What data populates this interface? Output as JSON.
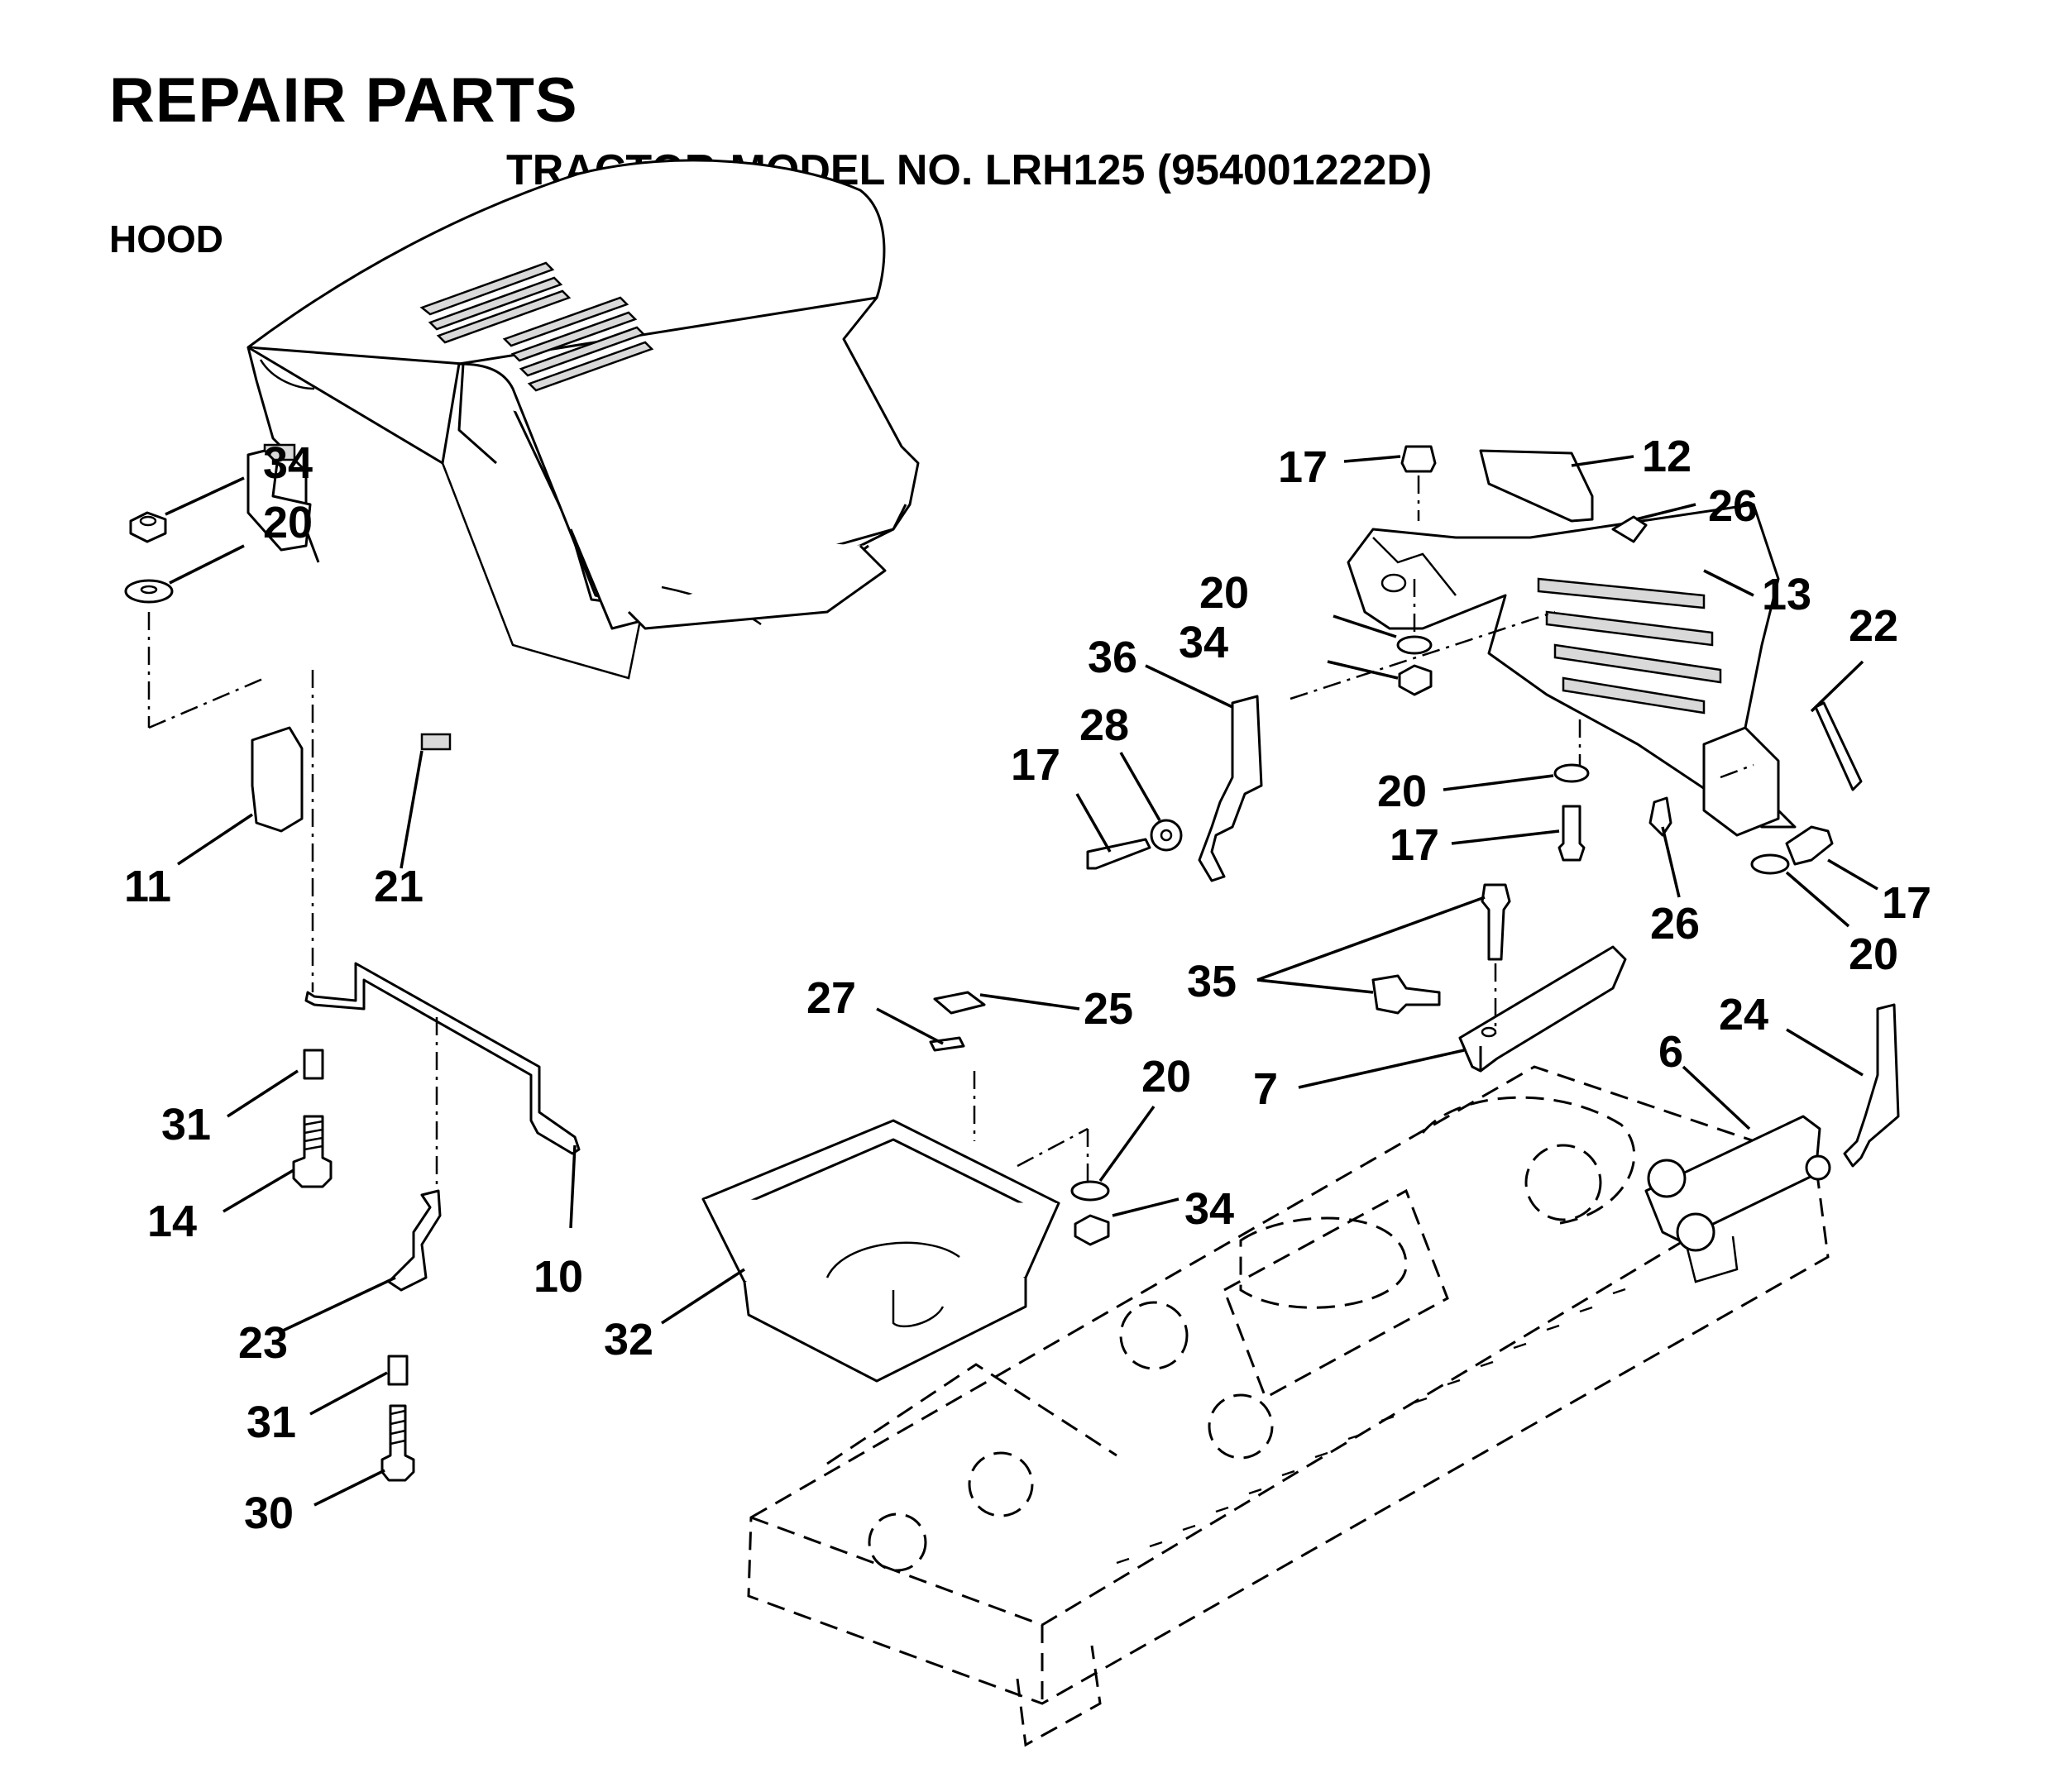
{
  "header": {
    "title": "REPAIR PARTS",
    "subtitle": "TRACTOR-MODEL NO. LRH125 (954001222D)",
    "section": "HOOD"
  },
  "callouts": [
    {
      "id": "34a",
      "label": "34"
    },
    {
      "id": "20a",
      "label": "20"
    },
    {
      "id": "11",
      "label": "11"
    },
    {
      "id": "21",
      "label": "21"
    },
    {
      "id": "31a",
      "label": "31"
    },
    {
      "id": "14",
      "label": "14"
    },
    {
      "id": "10",
      "label": "10"
    },
    {
      "id": "23",
      "label": "23"
    },
    {
      "id": "31b",
      "label": "31"
    },
    {
      "id": "30",
      "label": "30"
    },
    {
      "id": "27",
      "label": "27"
    },
    {
      "id": "25",
      "label": "25"
    },
    {
      "id": "32",
      "label": "32"
    },
    {
      "id": "20b",
      "label": "20"
    },
    {
      "id": "34b",
      "label": "34"
    },
    {
      "id": "17a",
      "label": "17"
    },
    {
      "id": "12",
      "label": "12"
    },
    {
      "id": "26a",
      "label": "26"
    },
    {
      "id": "13",
      "label": "13"
    },
    {
      "id": "20c",
      "label": "20"
    },
    {
      "id": "34c",
      "label": "34"
    },
    {
      "id": "36",
      "label": "36"
    },
    {
      "id": "28",
      "label": "28"
    },
    {
      "id": "17b",
      "label": "17"
    },
    {
      "id": "22",
      "label": "22"
    },
    {
      "id": "20d",
      "label": "20"
    },
    {
      "id": "17c",
      "label": "17"
    },
    {
      "id": "26b",
      "label": "26"
    },
    {
      "id": "17d",
      "label": "17"
    },
    {
      "id": "20e",
      "label": "20"
    },
    {
      "id": "35",
      "label": "35"
    },
    {
      "id": "7",
      "label": "7"
    },
    {
      "id": "24",
      "label": "24"
    },
    {
      "id": "6",
      "label": "6"
    }
  ]
}
